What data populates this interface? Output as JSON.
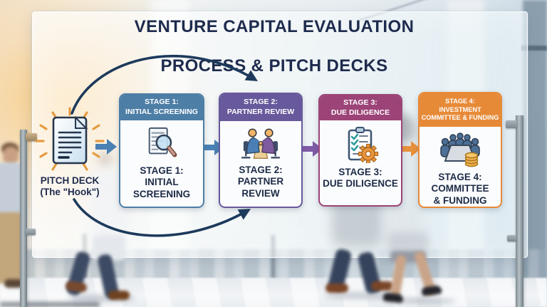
{
  "title": {
    "line1": "VENTURE CAPITAL  EVALUATION",
    "line2": "PROCESS & PITCH DECKS",
    "text_color": "#1e2b4d"
  },
  "pitch_deck": {
    "label": "PITCH DECK\n(The \"Hook\")",
    "icon": "pitch-document-icon",
    "ray_color": "#e59b40"
  },
  "stages": [
    {
      "id": "stage-1",
      "header": "STAGE 1:\nINITIAL SCREENING",
      "label": "STAGE 1:\nINITIAL\nSCREENING",
      "icon": "document-magnifier-icon",
      "color": "#4d7ea6"
    },
    {
      "id": "stage-2",
      "header": "STAGE 2:\nPARTNER REVIEW",
      "label": "STAGE 2:\nPARTNER\nREVIEW",
      "icon": "handshake-meeting-icon",
      "color": "#67599b"
    },
    {
      "id": "stage-3",
      "header": "STAGE 3:\nDUE DILIGENCE",
      "label": "STAGE 3:\nDUE DILIGENCE",
      "icon": "clipboard-gear-icon",
      "color": "#9c4478"
    },
    {
      "id": "stage-4",
      "header": "STAGE 4:\nINVESTMENT\nCOMMITTEE & FUNDING",
      "label": "STAGE 4:\nCOMMITTEE\n& FUNDING",
      "icon": "committee-coins-icon",
      "color": "#e78a38"
    }
  ],
  "flow_arrows": [
    {
      "from": "pitch-deck",
      "to": "stage-1",
      "color": "#4a80b3"
    },
    {
      "from": "stage-1",
      "to": "stage-2",
      "color": "#4a80b3"
    },
    {
      "from": "stage-2",
      "to": "stage-3",
      "color": "#7e5aa6"
    },
    {
      "from": "stage-3",
      "to": "stage-4",
      "color": "#e8913c"
    }
  ],
  "loop_arrows": {
    "color": "#1d3a5c",
    "top": "pitch-deck over stage-1 to stage-2",
    "bottom": "pitch-deck under stage-1 to stage-2"
  }
}
